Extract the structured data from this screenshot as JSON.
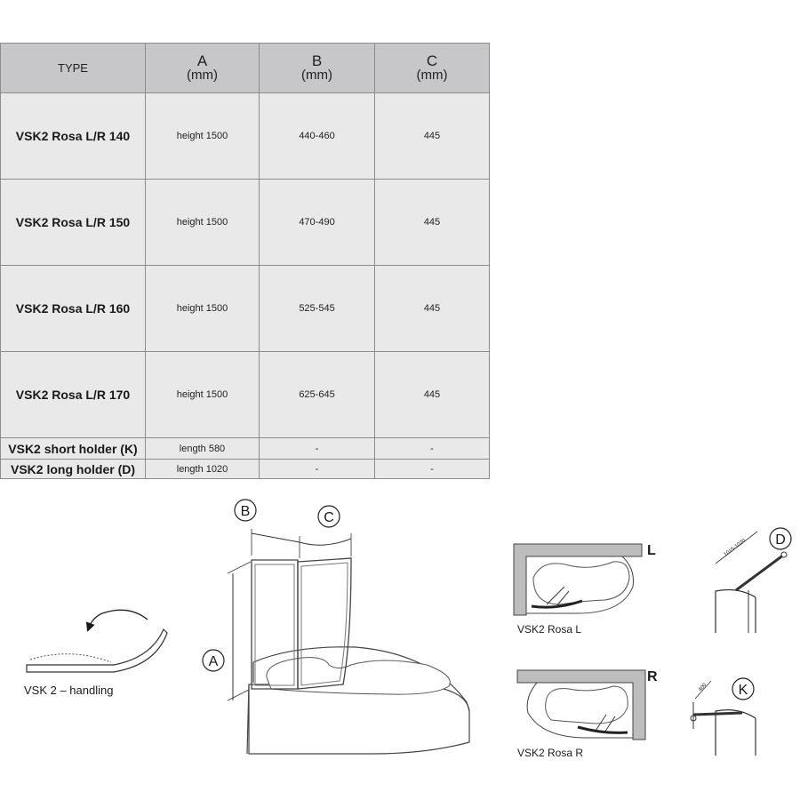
{
  "table": {
    "header": {
      "type": "TYPE",
      "columns": [
        {
          "letter": "A",
          "unit": "(mm)"
        },
        {
          "letter": "B",
          "unit": "(mm)"
        },
        {
          "letter": "C",
          "unit": "(mm)"
        }
      ]
    },
    "rows": [
      {
        "type": "VSK2 Rosa L/R 140",
        "a": "height 1500",
        "b": "440-460",
        "c": "445"
      },
      {
        "type": "VSK2 Rosa L/R 150",
        "a": "height 1500",
        "b": "470-490",
        "c": "445"
      },
      {
        "type": "VSK2 Rosa L/R 160",
        "a": "height 1500",
        "b": "525-545",
        "c": "445"
      },
      {
        "type": "VSK2 Rosa L/R 170",
        "a": "height 1500",
        "b": "625-645",
        "c": "445"
      },
      {
        "type": "VSK2 short holder (K)",
        "a": "length 580",
        "b": "-",
        "c": "-"
      },
      {
        "type": "VSK2 long holder (D)",
        "a": "length 1020",
        "b": "-",
        "c": "-"
      }
    ]
  },
  "diagrams": {
    "handling_caption": "VSK 2 – handling",
    "main_labels": {
      "b": "B",
      "c": "C",
      "a": "A"
    },
    "rosa_l": {
      "letter": "L",
      "caption": "VSK2 Rosa L"
    },
    "rosa_r": {
      "letter": "R",
      "caption": "VSK2 Rosa R"
    },
    "holder_d": {
      "letter": "D",
      "dimension": "1015-1020"
    },
    "holder_k": {
      "letter": "K",
      "dimension": "400"
    }
  }
}
